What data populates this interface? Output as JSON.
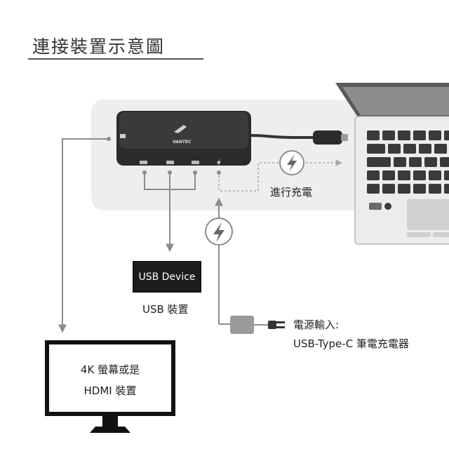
{
  "title": "連接裝置示意圖",
  "hub_brand": "VANTEC",
  "labels": {
    "charging": "進行充電",
    "usb_device_box": "USB Device",
    "usb_device_caption": "USB 裝置",
    "power_input_line1": "電源輸入:",
    "power_input_line2": "USB-Type-C 筆電充電器",
    "monitor_line1": "4K 螢幕或是",
    "monitor_line2": "HDMI 裝置"
  },
  "icons": [
    "lightning-icon",
    "hdmi-port-icon",
    "usb-port-icon",
    "power-port-icon"
  ],
  "colors": {
    "panel": "#eeeeee",
    "hub": "#2b2b2b",
    "arrow": "#8c8c8c",
    "laptop_body": "#c9c9c9",
    "key": "#3a3a3a"
  }
}
